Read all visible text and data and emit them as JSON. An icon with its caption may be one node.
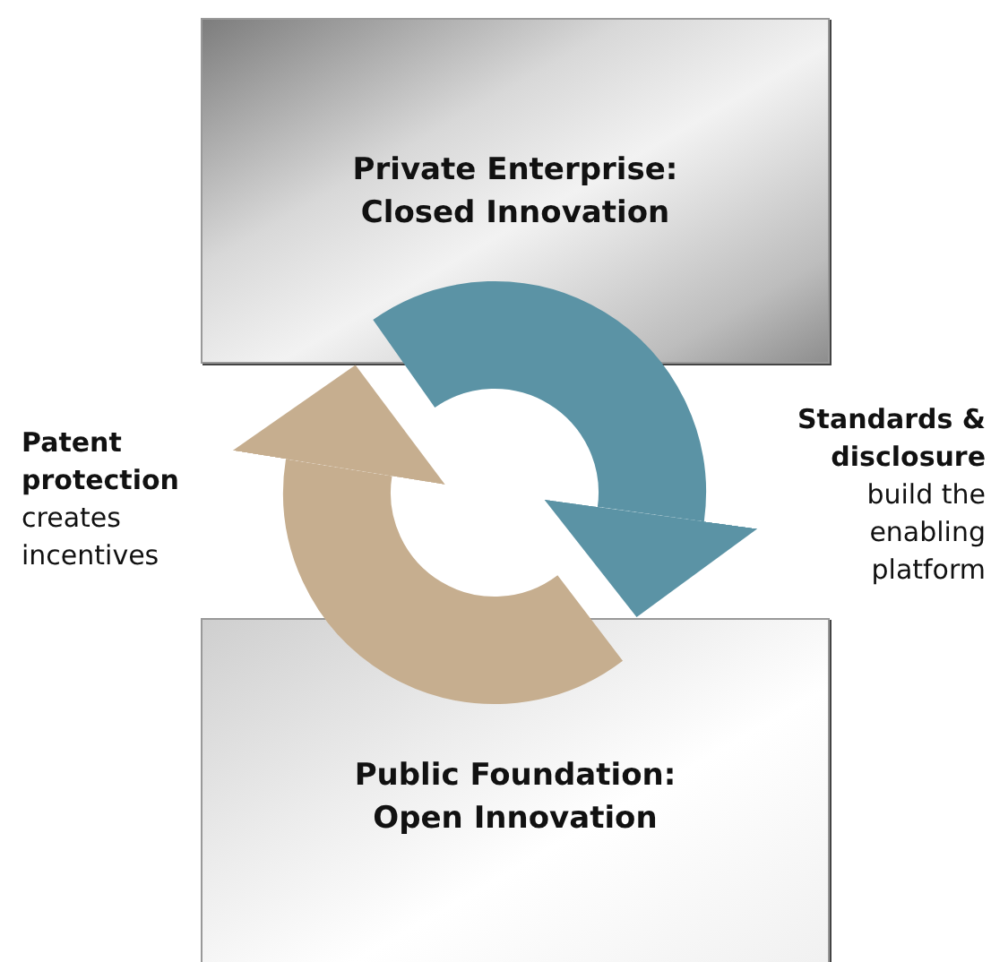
{
  "diagram": {
    "nodes": [
      {
        "text": [
          "Private Enterprise: Closed Innovation"
        ]
      },
      {
        "text": [
          "Public Foundation: Open Innovation"
        ]
      }
    ],
    "edges": [
      {
        "from": 0,
        "to": 1,
        "arrow": "to",
        "color": "#5b93a5"
      },
      {
        "from": 1,
        "to": 0,
        "arrow": "to",
        "color": "#c6ae8f"
      }
    ],
    "labels": [
      "**Patent protection** creates incentives",
      "**Standards & disclosure** build the enabling platform"
    ]
  }
}
